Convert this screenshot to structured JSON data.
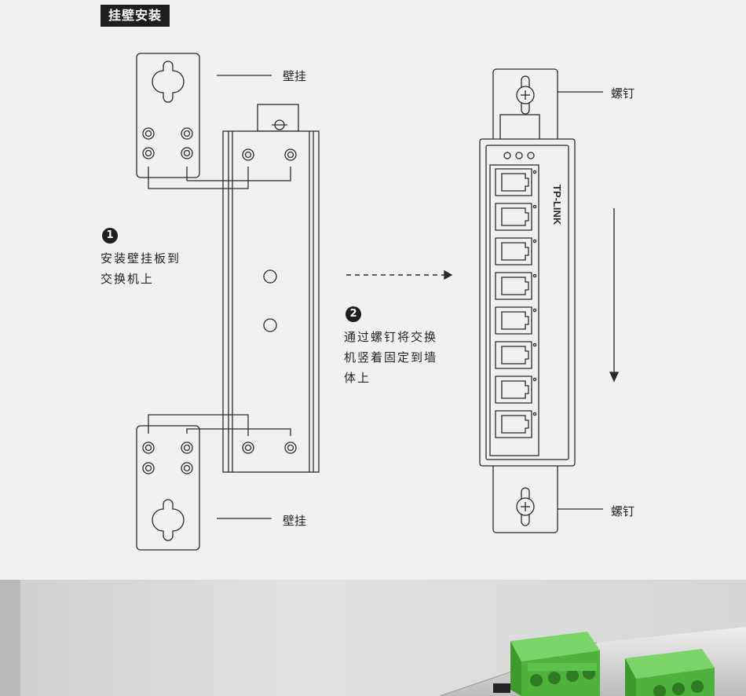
{
  "section": {
    "title": "挂壁安装"
  },
  "labels": {
    "wall_mount_top": "壁挂",
    "wall_mount_bottom": "壁挂",
    "screw_top": "螺钉",
    "screw_bottom": "螺钉"
  },
  "steps": [
    {
      "number": "1",
      "lines": [
        "安装壁挂板到",
        "交换机上"
      ]
    },
    {
      "number": "2",
      "lines": [
        "通过螺钉将交换",
        "机竖着固定到墙",
        "体上"
      ]
    }
  ],
  "device": {
    "brand": "TP-LINK",
    "port_count": 8,
    "led_count": 3
  },
  "colors": {
    "line": "#2a2a2a",
    "terminal_green": "#5cc24a",
    "tag_bg": "#1e1e1e"
  }
}
